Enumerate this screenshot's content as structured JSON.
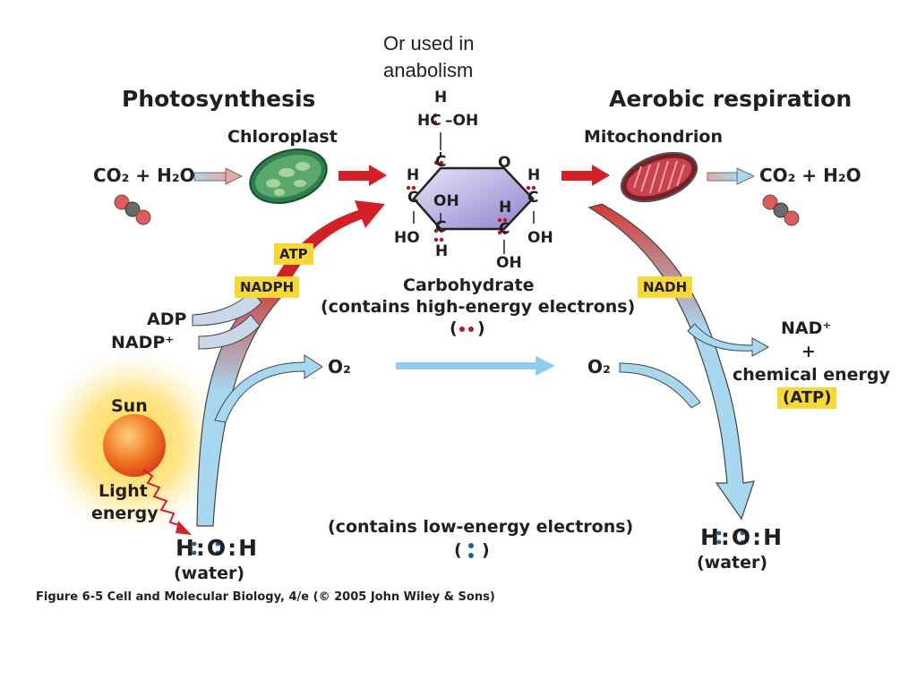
{
  "note": {
    "line1": "Or used in",
    "line2": "anabolism"
  },
  "left": {
    "title": "Photosynthesis",
    "organelle": "Chloroplast",
    "inputs": "CO₂ + H₂O",
    "atp": "ATP",
    "nadph": "NADPH",
    "adp": "ADP",
    "nadp": "NADP⁺",
    "o2": "O₂",
    "sun": "Sun",
    "light1": "Light",
    "light2": "energy",
    "water_formula": "H:O:H",
    "water_label": "(water)"
  },
  "center": {
    "molecule": {
      "top_h": "H",
      "hc": "HC",
      "oh_top": "–OH",
      "c1": "C",
      "ring_o": "O",
      "h_left": "H",
      "c_left": "C",
      "oh_in": "OH",
      "h_right": "H",
      "c_right": "C",
      "ho_left": "HO",
      "c_bl": "C",
      "h_bl": "H",
      "h_br": "H",
      "c_br": "C",
      "oh_right": "OH",
      "oh_bottom": "OH"
    },
    "carb_title": "Carbohydrate",
    "carb_desc": "(contains high-energy electrons)",
    "paren_open": "(",
    "paren_close": ")",
    "low_desc": "(contains low-energy electrons)",
    "low_paren_open": "(",
    "low_paren_close": ")"
  },
  "right": {
    "title": "Aerobic respiration",
    "organelle": "Mitochondrion",
    "outputs": "CO₂ + H₂O",
    "nadh": "NADH",
    "o2": "O₂",
    "nad": "NAD⁺",
    "plus": "+",
    "chem_energy": "chemical energy",
    "atp": "(ATP)",
    "water_formula": "H:O:H",
    "water_label": "(water)"
  },
  "caption": "Figure 6-5  Cell and Molecular Biology, 4/e (© 2005 John Wiley & Sons)",
  "colors": {
    "red_arrow": "#d32027",
    "blue_arrow": "#9fd3ee",
    "blue_outline": "#4a4a4a",
    "label_box": "#f6d836",
    "electron_red": "#b0182c",
    "electron_blue": "#1f5fa5"
  }
}
